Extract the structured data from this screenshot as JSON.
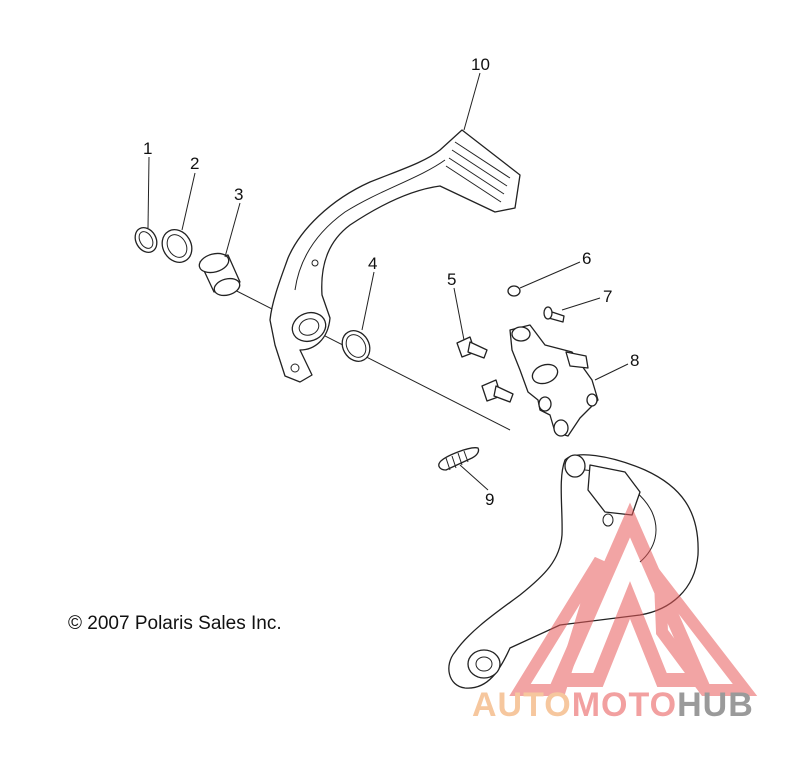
{
  "callouts": [
    {
      "id": "1",
      "label": "1"
    },
    {
      "id": "2",
      "label": "2"
    },
    {
      "id": "3",
      "label": "3"
    },
    {
      "id": "4",
      "label": "4"
    },
    {
      "id": "5",
      "label": "5"
    },
    {
      "id": "6",
      "label": "6"
    },
    {
      "id": "7",
      "label": "7"
    },
    {
      "id": "8",
      "label": "8"
    },
    {
      "id": "9",
      "label": "9"
    },
    {
      "id": "10",
      "label": "10"
    }
  ],
  "copyright": "© 2007 Polaris Sales Inc.",
  "watermark": {
    "part1": "AUTO",
    "part2": "MOTO",
    "part3": "HUB",
    "colors": {
      "auto": "#f6c79e",
      "moto": "#f2a0a0",
      "hub": "#9a9a9a",
      "triangle": "#e85a5a"
    }
  }
}
